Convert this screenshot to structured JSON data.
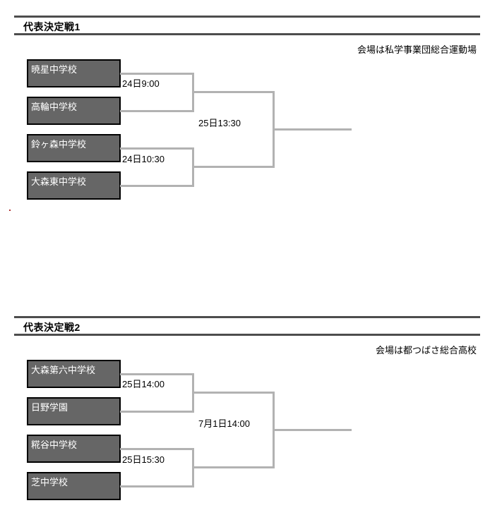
{
  "colors": {
    "team_box_fill": "#666666",
    "team_box_border": "#000000",
    "team_box_text": "#ffffff",
    "bracket_line": "#b2b2b2",
    "header_rule": "#4d4d4d",
    "stray_dot": "#b03030",
    "background": "#ffffff"
  },
  "brackets": [
    {
      "title": "代表決定戦1",
      "venue": "会場は私学事業団総合運動場",
      "teams": [
        "暁星中学校",
        "高輪中学校",
        "鈴ヶ森中学校",
        "大森東中学校"
      ],
      "matches": {
        "semi1": "24日9:00",
        "semi2": "24日10:30",
        "final": "25日13:30"
      }
    },
    {
      "title": "代表決定戦2",
      "venue": "会場は都つばさ総合高校",
      "teams": [
        "大森第六中学校",
        "日野学園",
        "糀谷中学校",
        "芝中学校"
      ],
      "matches": {
        "semi1": "25日14:00",
        "semi2": "25日15:30",
        "final": "7月1日14:00"
      }
    }
  ]
}
